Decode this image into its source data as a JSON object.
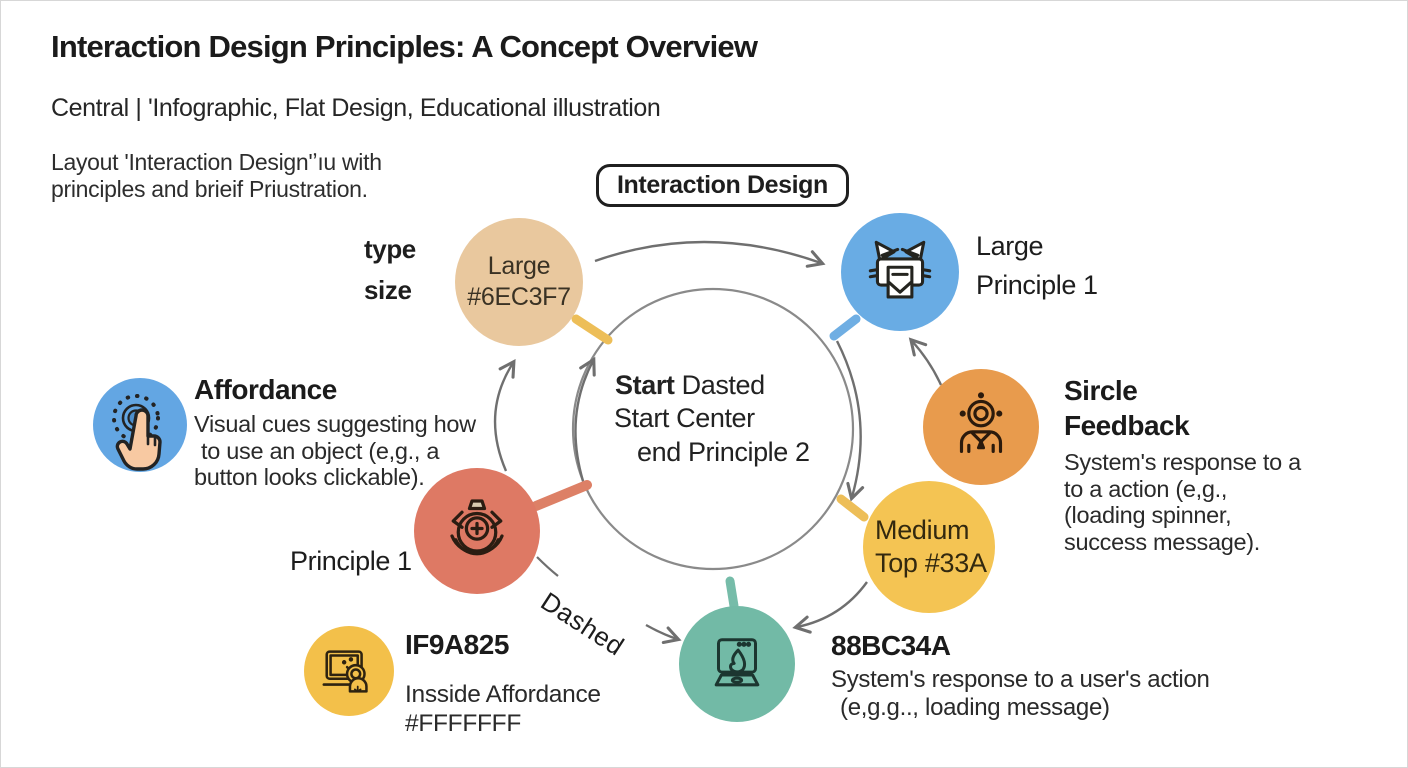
{
  "header": {
    "title": "Interaction Design Principles: A Concept Overview",
    "subtitle": "Central | 'Infographic, Flat Design, Educational illustration",
    "note1": "Layout 'Interaction Design'ʼıu with",
    "note2": "principles and brieif Priustration."
  },
  "center": {
    "box_label": "Interaction Design",
    "ring_line1_bold": "Start",
    "ring_line1_rest": " Dasted",
    "ring_line2": "Start Center",
    "ring_line3": "end Principle 2",
    "dashed_label": "Dashed"
  },
  "nodes": {
    "type_size": {
      "line1": "type",
      "line2": "size"
    },
    "tan_circle": {
      "line1": "Large",
      "line2": "#6EC3F7",
      "color": "#E9C89E"
    },
    "blue_circle": {
      "label1": "Large",
      "label2": "Principle 1",
      "color": "#69ACE4",
      "icon": "cat-printer-icon"
    },
    "affordance": {
      "heading": "Affordance",
      "body1": "Visual cues suggesting how",
      "body2": "to use an object (e,g., a",
      "body3": "button looks clickable).",
      "color": "#63A6E3",
      "icon": "tap-hand-icon"
    },
    "red_circle": {
      "label": "Principle 1",
      "color": "#DE7964",
      "icon": "stopwatch-icon"
    },
    "orange_circle": {
      "heading1": "Sircle",
      "heading2": "Feedback",
      "body1": "System's response to a",
      "body2": "to a action (e,g.,",
      "body3": "(loading spinner,",
      "body4": "success message).",
      "color": "#E89B4D",
      "icon": "person-icon"
    },
    "medium_circle": {
      "line1": "Medium",
      "line2": "Top #33A",
      "color": "#F4C453"
    },
    "teal_circle": {
      "heading": "88BC34A",
      "body1": "System's response to a user's action",
      "body2": "(e,g.g.., loading message)",
      "color": "#72BAA6",
      "icon": "laptop-flame-icon"
    },
    "small_yellow_circle": {
      "heading": "IF9A825",
      "body1": "Insside Affordance",
      "body2": "#FFFFFFF",
      "color": "#F3C04A",
      "icon": "laptop-bulb-icon"
    }
  },
  "diagram_colors": {
    "ring": "#8a8a8a",
    "arrow": "#6f6f6f",
    "tick_yellow": "#EDBE58",
    "tick_blue": "#6FAEE3",
    "tick_salmon": "#DD8066",
    "tick_teal": "#76BCA9"
  }
}
